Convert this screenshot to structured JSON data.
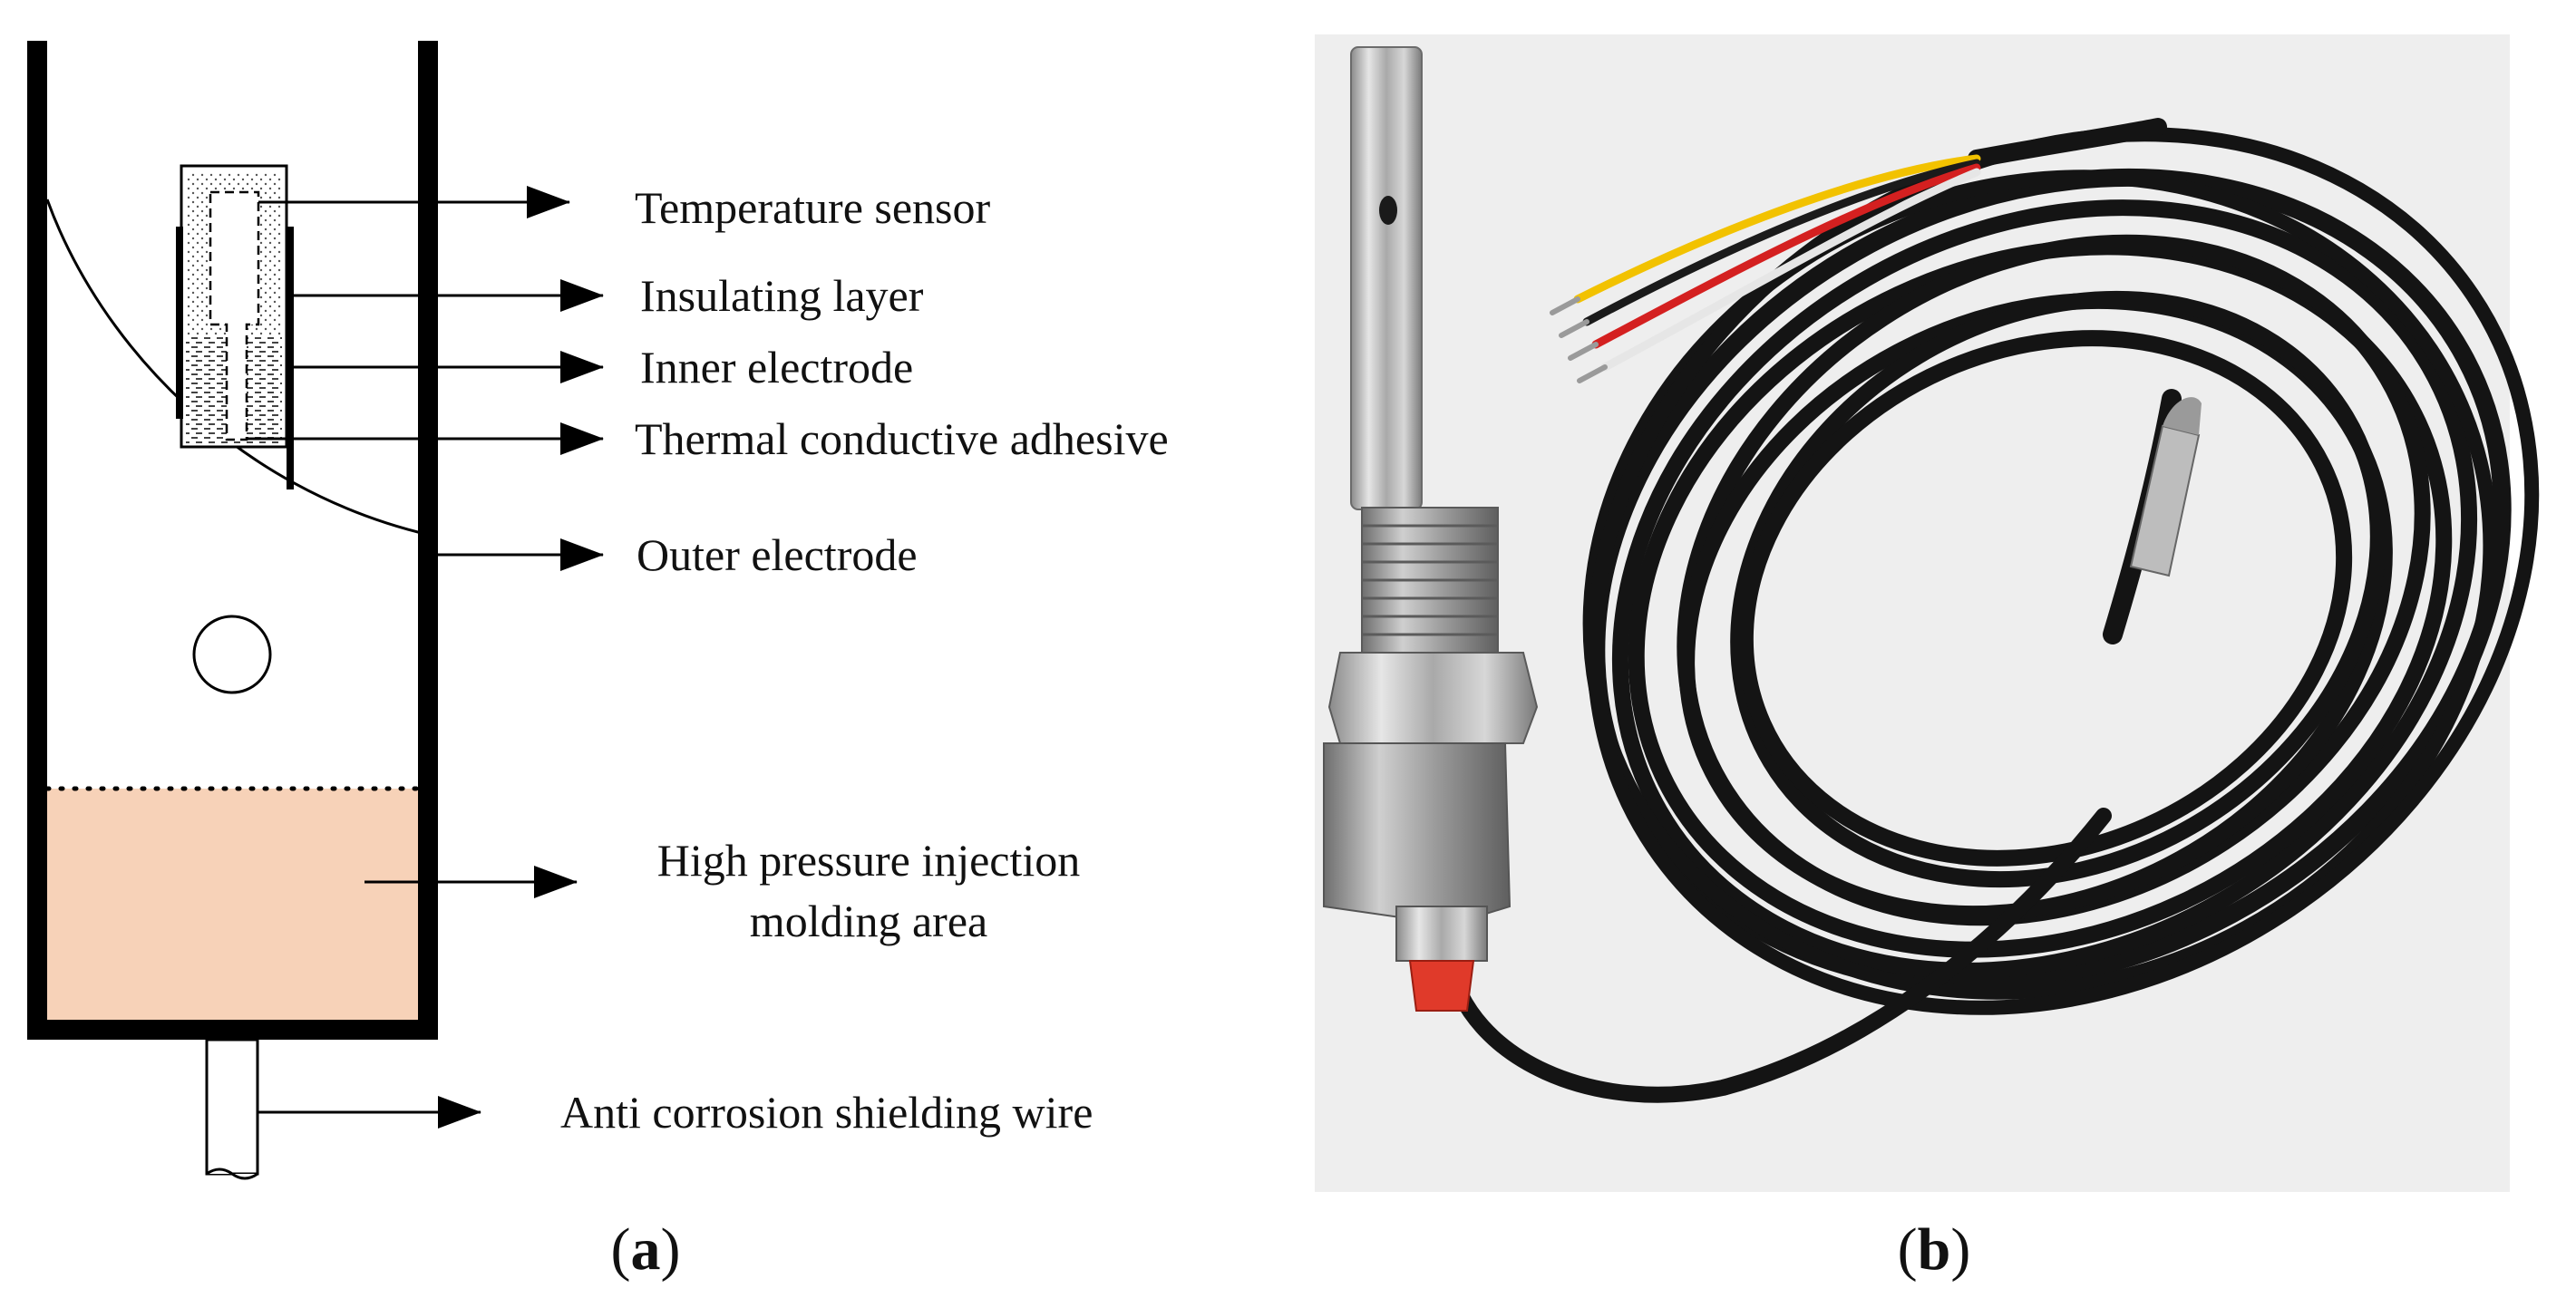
{
  "panel_a": {
    "labels": {
      "temperature_sensor": "Temperature sensor",
      "insulating_layer": "Insulating layer",
      "inner_electrode": "Inner electrode",
      "thermal_adhesive": "Thermal conductive adhesive",
      "outer_electrode": "Outer electrode",
      "injection_line1": "High pressure injection",
      "injection_line2": "molding area",
      "shielding_wire": "Anti corrosion shielding wire"
    },
    "caption_letter": "a",
    "colors": {
      "molding_area": "#f7d2b8",
      "walls": "#000000"
    }
  },
  "panel_b": {
    "caption_letter": "b",
    "photo_subject": "conductivity sensor probe with coiled black cable",
    "colors": {
      "background": "#eeeeee",
      "cable": "#141414",
      "probe_steel": "#b8b8b8",
      "tip": "#e03a2a"
    }
  },
  "caption_open": "(",
  "caption_close": ")"
}
